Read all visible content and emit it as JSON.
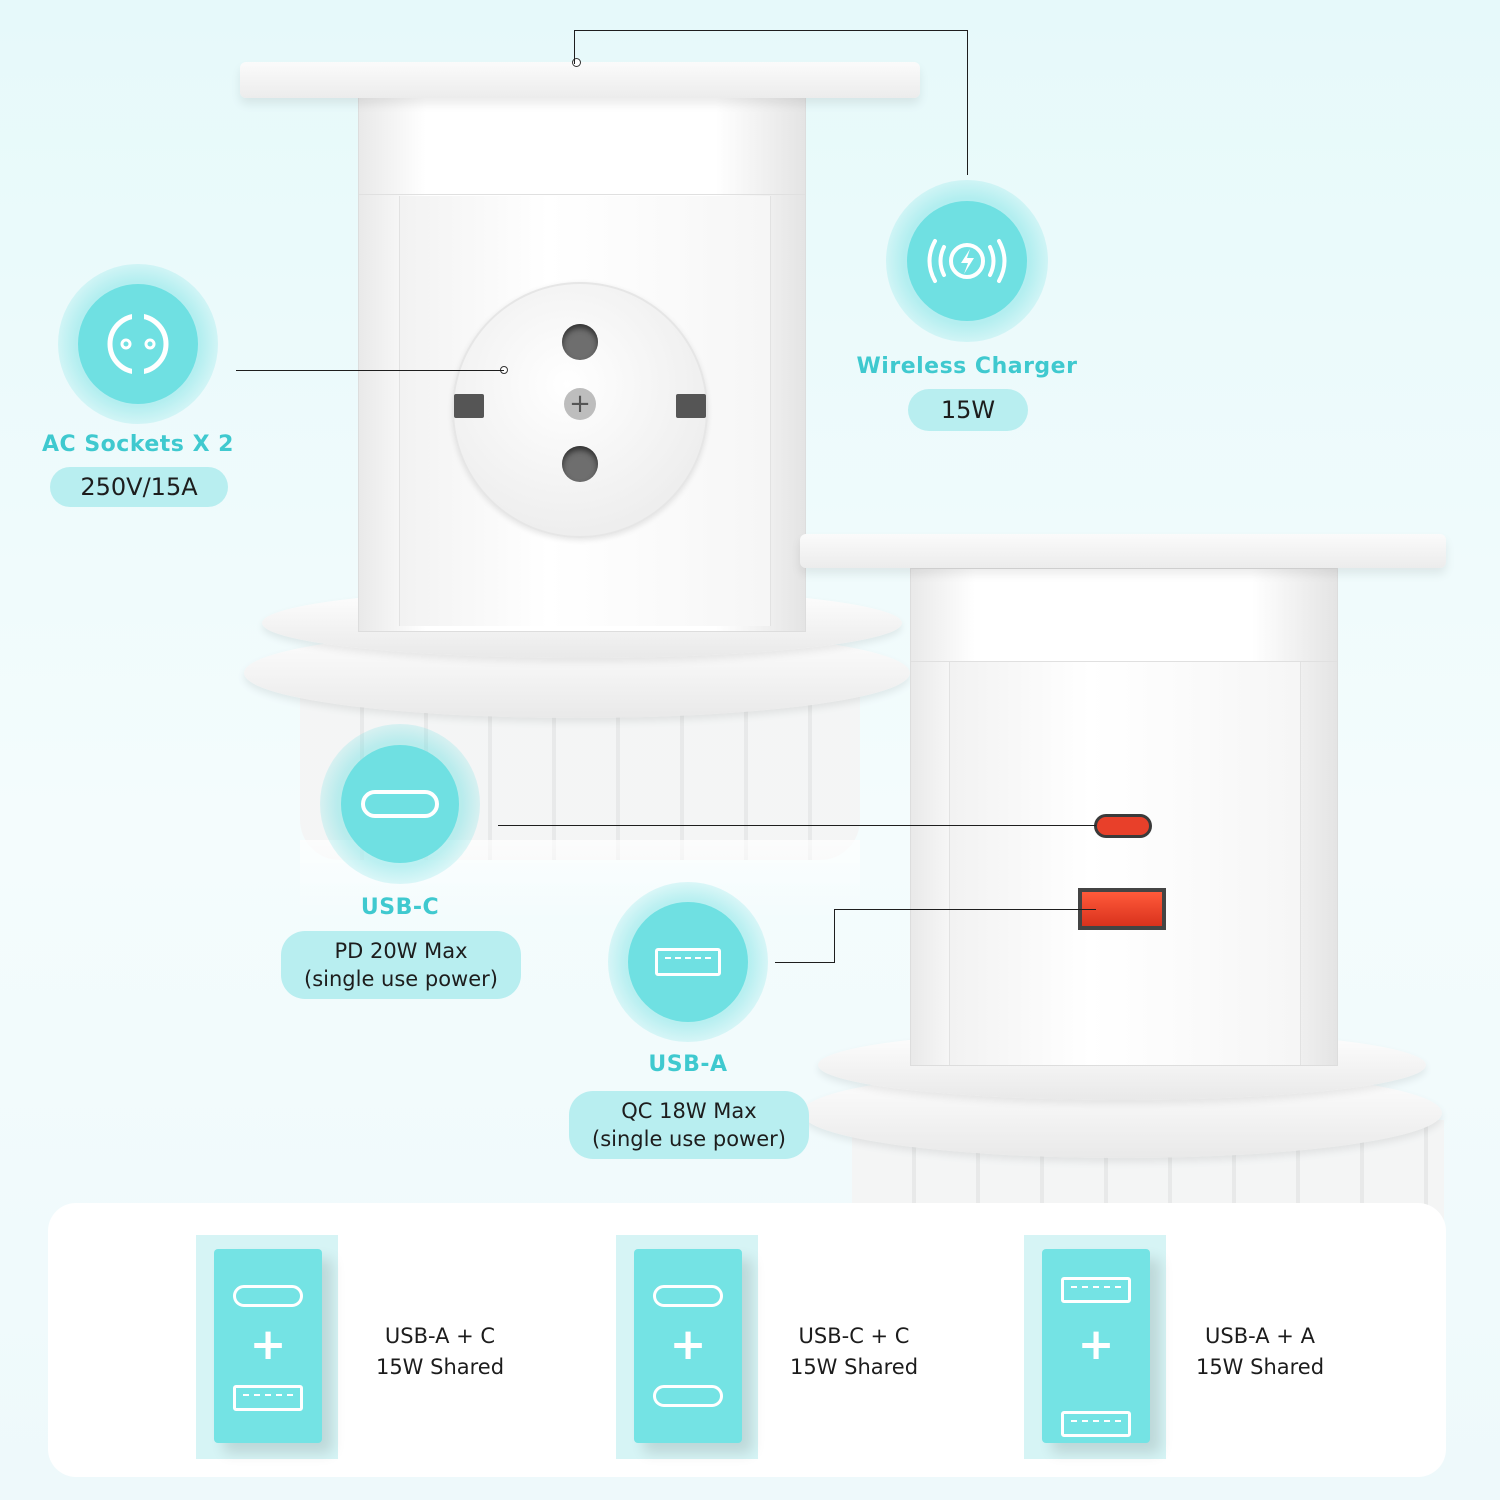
{
  "callouts": {
    "ac": {
      "title": "AC Sockets X 2",
      "value": "250V/15A",
      "icon": "schuko-socket-icon"
    },
    "wireless": {
      "title": "Wireless Charger",
      "value": "15W",
      "icon": "wireless-charging-icon"
    },
    "usbc": {
      "title": "USB-C",
      "line1": "PD 20W Max",
      "line2": "(single use power)",
      "icon": "usb-c-port-icon"
    },
    "usba": {
      "title": "USB-A",
      "line1": "QC 18W Max",
      "line2": "(single use power)",
      "icon": "usb-a-port-icon"
    }
  },
  "combos": [
    {
      "line1": "USB-A + C",
      "line2": "15W Shared"
    },
    {
      "line1": "USB-C + C",
      "line2": "15W Shared"
    },
    {
      "line1": "USB-A + A",
      "line2": "15W Shared"
    }
  ],
  "colors": {
    "accent": "#6fe0e2",
    "title": "#3fc9cf",
    "pill": "#b8eef0",
    "port": "#e8402a"
  }
}
